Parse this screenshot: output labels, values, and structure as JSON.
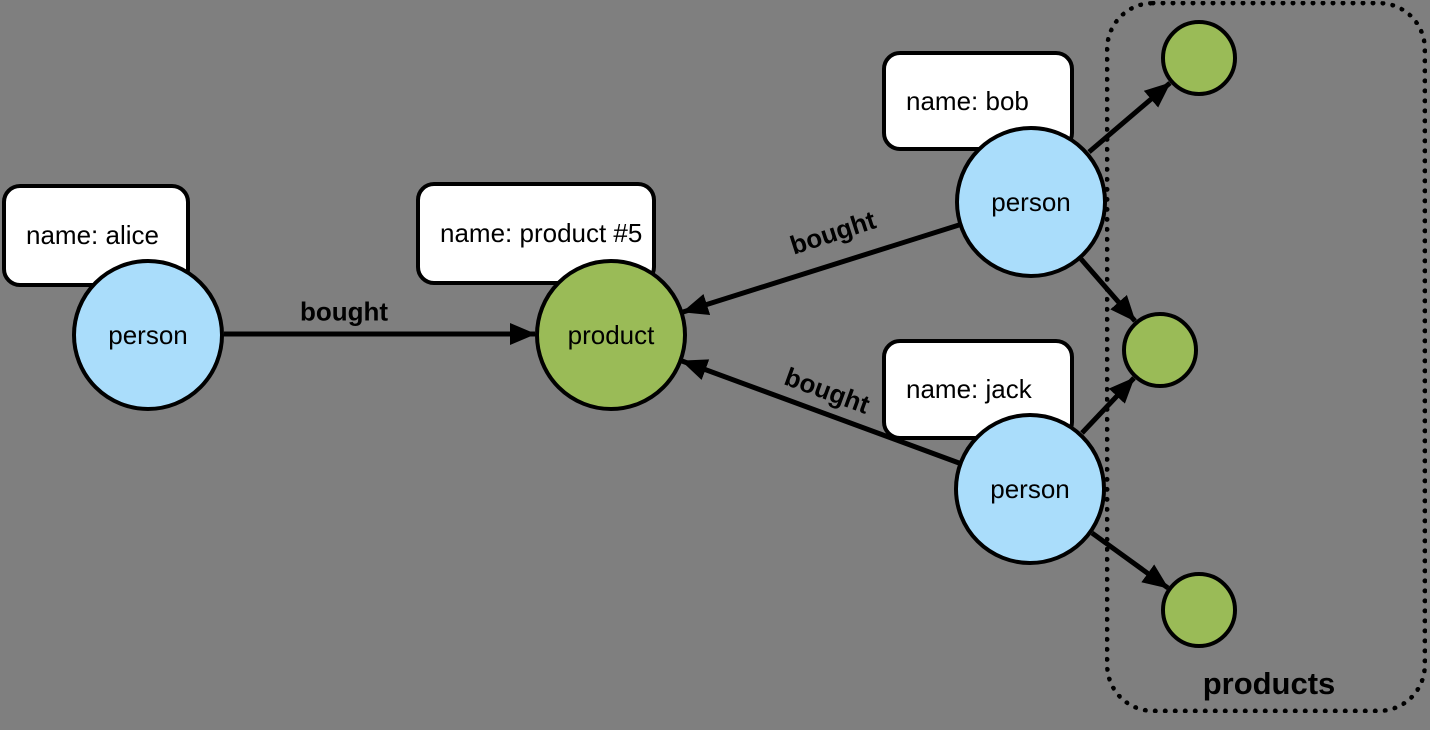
{
  "canvas": {
    "background": "#7f7f7f",
    "stroke_color": "#000000",
    "person_fill": "#aaddfb",
    "product_fill": "#9abb57",
    "box_fill": "#ffffff"
  },
  "nodes": {
    "alice": {
      "type_label": "person",
      "property": "name: alice"
    },
    "bob": {
      "type_label": "person",
      "property": "name: bob"
    },
    "jack": {
      "type_label": "person",
      "property": "name: jack"
    },
    "product5": {
      "type_label": "product",
      "property": "name: product #5"
    }
  },
  "edges": {
    "alice_product": {
      "label": "bought"
    },
    "bob_product": {
      "label": "bought"
    },
    "jack_product": {
      "label": "bought"
    }
  },
  "group": {
    "label": "products"
  }
}
